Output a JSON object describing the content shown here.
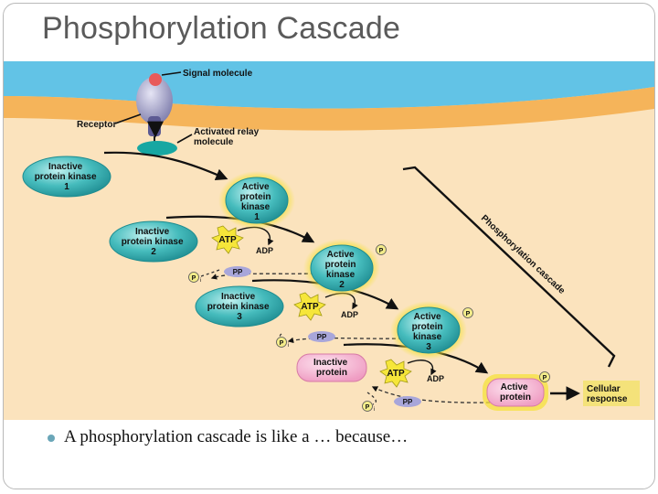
{
  "slide": {
    "title": "Phosphorylation Cascade",
    "bullet": "A phosphorylation cascade is like a … because…"
  },
  "diagram": {
    "callouts": {
      "signal_molecule": "Signal molecule",
      "receptor": "Receptor",
      "relay": [
        "Activated relay",
        "molecule"
      ],
      "cascade": "Phosphorylation cascade"
    },
    "inactive_kinase_1": [
      "Inactive",
      "protein kinase",
      "1"
    ],
    "inactive_kinase_2": [
      "Inactive",
      "protein kinase",
      "2"
    ],
    "inactive_kinase_3": [
      "Inactive",
      "protein kinase",
      "3"
    ],
    "inactive_protein": [
      "Inactive",
      "protein"
    ],
    "active_kinase_1": [
      "Active",
      "protein",
      "kinase",
      "1"
    ],
    "active_kinase_2": [
      "Active",
      "protein",
      "kinase",
      "2"
    ],
    "active_kinase_3": [
      "Active",
      "protein",
      "kinase",
      "3"
    ],
    "active_protein": [
      "Active",
      "protein"
    ],
    "cellular_response": [
      "Cellular",
      "response"
    ],
    "atp": "ATP",
    "adp": "ADP",
    "pp": "PP",
    "p": "P",
    "pi_sub": "i"
  },
  "colors": {
    "extracellular": "#62c3e6",
    "membrane": "#f5b45a",
    "cytoplasm": "#fbe3bd",
    "enzyme": "#3fb6b8",
    "glow": "#f5e23c",
    "inactive_protein": "#f7b5d3",
    "atp_burst": "#f6e63a",
    "pp": "#a8a6da",
    "response_box": "#f4e27a",
    "bullet": "#6aa6b8"
  }
}
